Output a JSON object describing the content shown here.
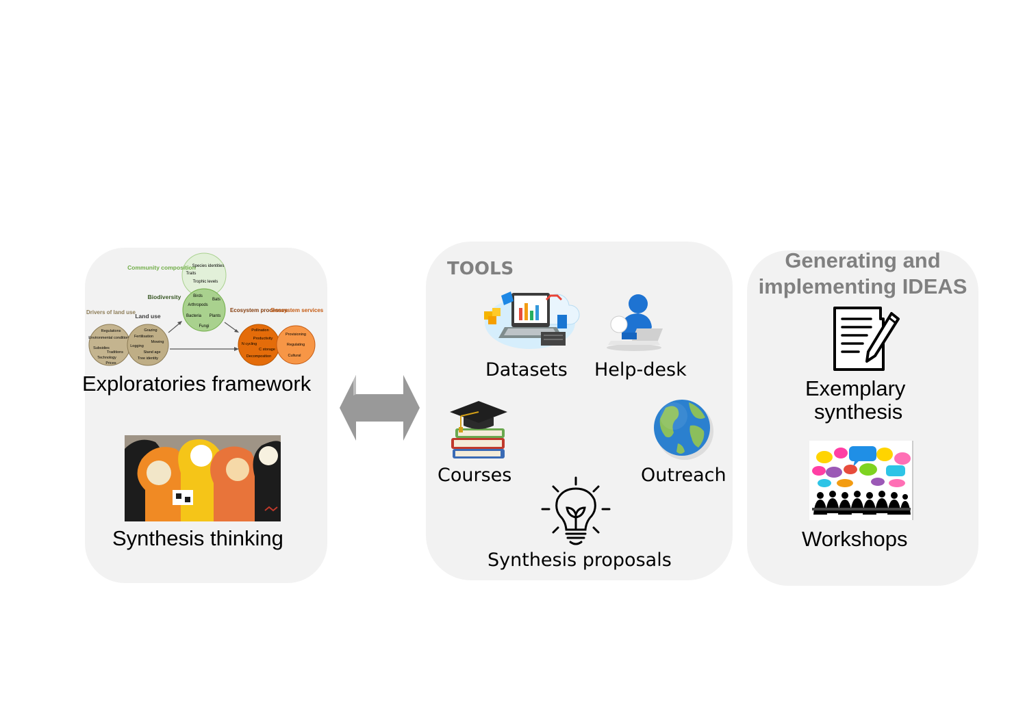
{
  "left": {
    "framework_label": "Exploratories framework",
    "thinking_label": "Synthesis thinking",
    "framework": {
      "community_title": "Community composition",
      "community_items": [
        "Species identities",
        "Traits",
        "Trophic levels"
      ],
      "biodiversity_title": "Biodiversity",
      "biodiversity_items": [
        "Birds",
        "Bats",
        "Arthropods",
        "Bacteria",
        "Plants",
        "Fungi"
      ],
      "drivers_title": "Drivers of land use",
      "drivers_items": [
        "Regulations",
        "Environmental conditions",
        "Subsidies",
        "Traditions",
        "Technology",
        "Prices"
      ],
      "landuse_title": "Land use",
      "landuse_items": [
        "Grazing",
        "Fertilisation",
        "Mowing",
        "Logging",
        "Stand age",
        "Tree identity"
      ],
      "processes_title": "Ecosystem processes",
      "processes_items": [
        "Pollination",
        "Productivity",
        "N cycling",
        "C storage",
        "Decomposition"
      ],
      "services_title": "Ecosystem services",
      "services_items": [
        "Provisioning",
        "Regulating",
        "Cultural"
      ]
    }
  },
  "middle": {
    "title": "TOOLS",
    "items": {
      "datasets": "Datasets",
      "helpdesk": "Help-desk",
      "courses": "Courses",
      "outreach": "Outreach",
      "proposals": "Synthesis proposals"
    }
  },
  "right": {
    "title_line1": "Generating and",
    "title_line2": "implementing IDEAS",
    "exemplary_line1": "Exemplary",
    "exemplary_line2": "synthesis",
    "workshops": "Workshops"
  },
  "colors": {
    "panel": "#f2f2f2",
    "title_gray": "#808080",
    "arrow": "#999999",
    "community": "#e2f0d9",
    "biodiversity": "#a9d18e",
    "drivers": "#c4b48f",
    "processes": "#e46c0a",
    "services": "#f79646"
  },
  "icons": [
    "database-icon",
    "helpdesk-person-icon",
    "graduation-books-icon",
    "globe-icon",
    "lightbulb-icon",
    "document-pen-icon",
    "speech-bubbles-meeting-icon",
    "double-arrow-icon"
  ]
}
